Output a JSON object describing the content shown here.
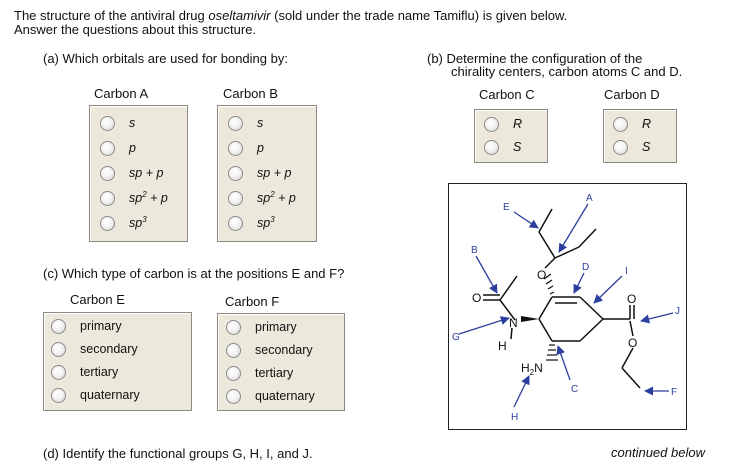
{
  "intro": {
    "line1_before": "The structure of the antiviral drug ",
    "drug_name": "oseltamivir",
    "line1_after": " (sold under the trade name Tamiflu) is given below.",
    "line2": "Answer the questions about this structure."
  },
  "part_a": {
    "question": "(a) Which orbitals are used for bonding by:",
    "carbon_a": {
      "title": "Carbon A"
    },
    "carbon_b": {
      "title": "Carbon B"
    },
    "options": {
      "s": "s",
      "p": "p",
      "sp_p_1": "sp",
      "sp_p_2": "+ p",
      "sp2_1": "sp",
      "sp2_2": "2",
      "sp2_3": " + p",
      "sp3_1": "sp",
      "sp3_2": "3"
    }
  },
  "part_b": {
    "question_line1": "(b) Determine the configuration of the",
    "question_line2": "chirality centers, carbon atoms C and D.",
    "carbon_c": {
      "title": "Carbon C"
    },
    "carbon_d": {
      "title": "Carbon D"
    },
    "options": [
      "R",
      "S"
    ]
  },
  "part_c": {
    "question": "(c) Which type of carbon is at the positions E and F?",
    "carbon_e": {
      "title": "Carbon E"
    },
    "carbon_f": {
      "title": "Carbon F"
    },
    "options": [
      "primary",
      "secondary",
      "tertiary",
      "quaternary"
    ]
  },
  "part_d": {
    "question": "(d) Identify the functional groups G, H, I, and J."
  },
  "footer": {
    "continued": "continued below"
  },
  "structure": {
    "labels": {
      "A": "A",
      "B": "B",
      "C": "C",
      "D": "D",
      "E": "E",
      "F": "F",
      "G": "G",
      "H": "H",
      "I": "I",
      "J": "J"
    },
    "atoms": {
      "O": "O",
      "N": "N",
      "H": "H",
      "NH2_base": "H",
      "NH2_sub": "2",
      "NH2_N": "N"
    },
    "colors": {
      "arrow": "#2c3e9e",
      "label": "#2c3e9e",
      "bond": "#111111"
    }
  }
}
